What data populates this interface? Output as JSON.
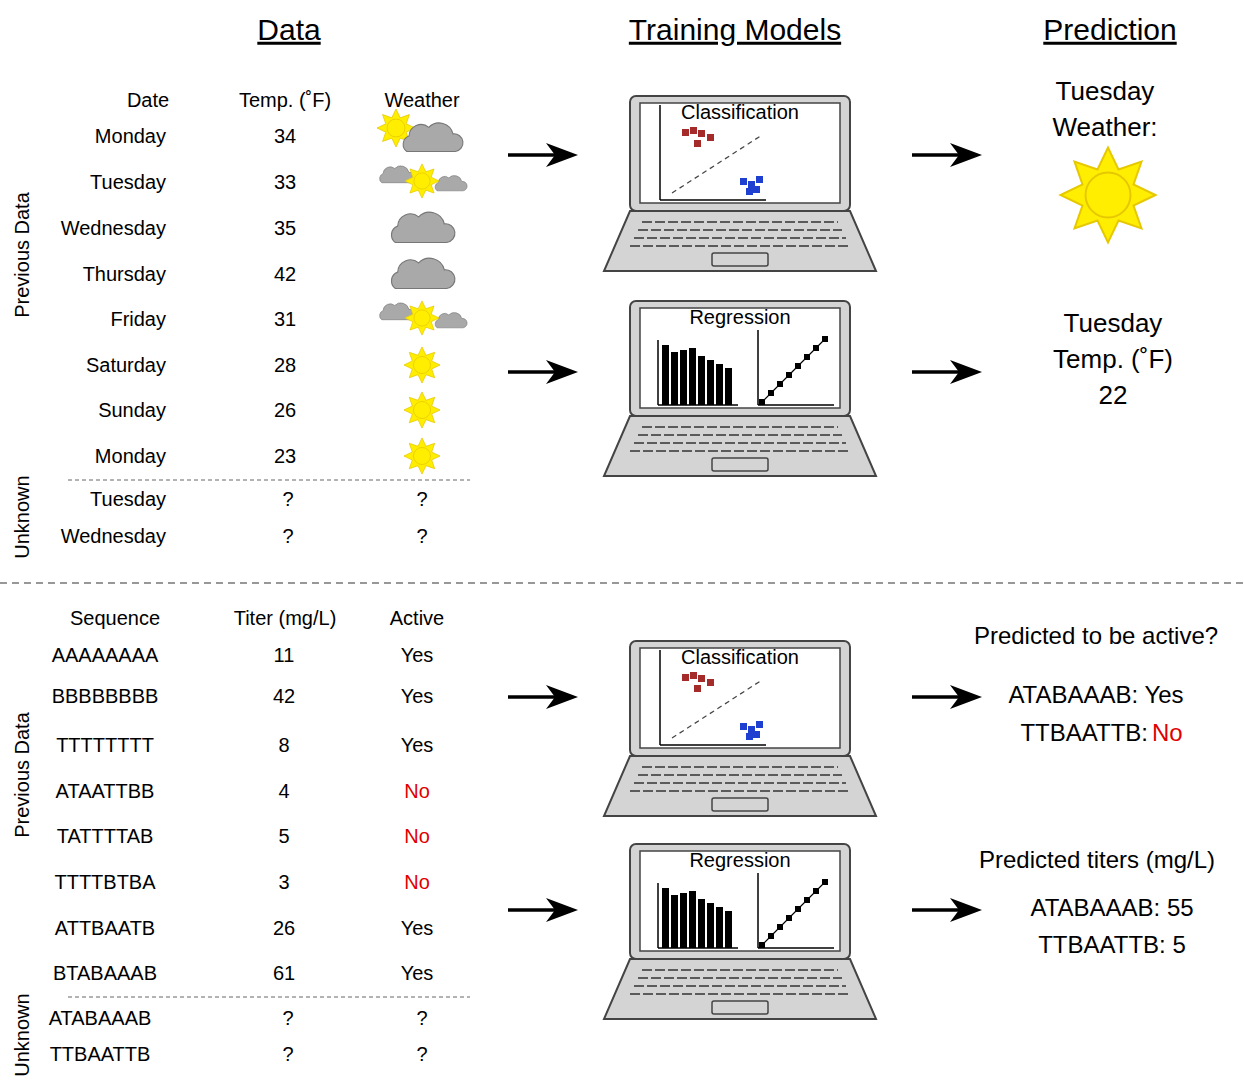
{
  "diagram": {
    "nodes": [
      {
        "text": [
          "Classification"
        ]
      },
      {
        "text": [
          "Regression"
        ]
      },
      {
        "text": [
          "Classification"
        ]
      },
      {
        "text": [
          "Regression"
        ]
      }
    ],
    "labels": [
      "Data",
      "Training Models",
      "Prediction",
      "Date",
      "Temp. (˚F)",
      "Weather",
      "Previous Data",
      "Unknown",
      "Monday",
      "34",
      "Tuesday",
      "33",
      "Wednesday",
      "35",
      "Thursday",
      "42",
      "Friday",
      "31",
      "Saturday",
      "28",
      "Sunday",
      "26",
      "Monday",
      "23",
      "Tuesday",
      "?",
      "?",
      "Wednesday",
      "?",
      "?",
      "Tuesday",
      "Weather:",
      "Tuesday",
      "Temp. (˚F)",
      "22",
      "Sequence",
      "Titer (mg/L)",
      "Active",
      "Previous Data",
      "Unknown",
      "AAAAAAAA",
      "11",
      "Yes",
      "BBBBBBBB",
      "42",
      "Yes",
      "TTTTTTTT",
      "8",
      "Yes",
      "ATAATTBB",
      "4",
      "No",
      "TATTTTAB",
      "5",
      "No",
      "TTTTBTBA",
      "3",
      "No",
      "ATTBAATB",
      "26",
      "Yes",
      "BTABAAAB",
      "61",
      "Yes",
      "ATABAAAB",
      "?",
      "?",
      "TTBAATTB",
      "?",
      "?",
      "Predicted to be active?",
      "ATABAAAB: Yes",
      "TTBAATTB:",
      "No",
      "Predicted titers (mg/L)",
      "ATABAAAB: 55",
      "TTBAATTB: 5"
    ]
  }
}
